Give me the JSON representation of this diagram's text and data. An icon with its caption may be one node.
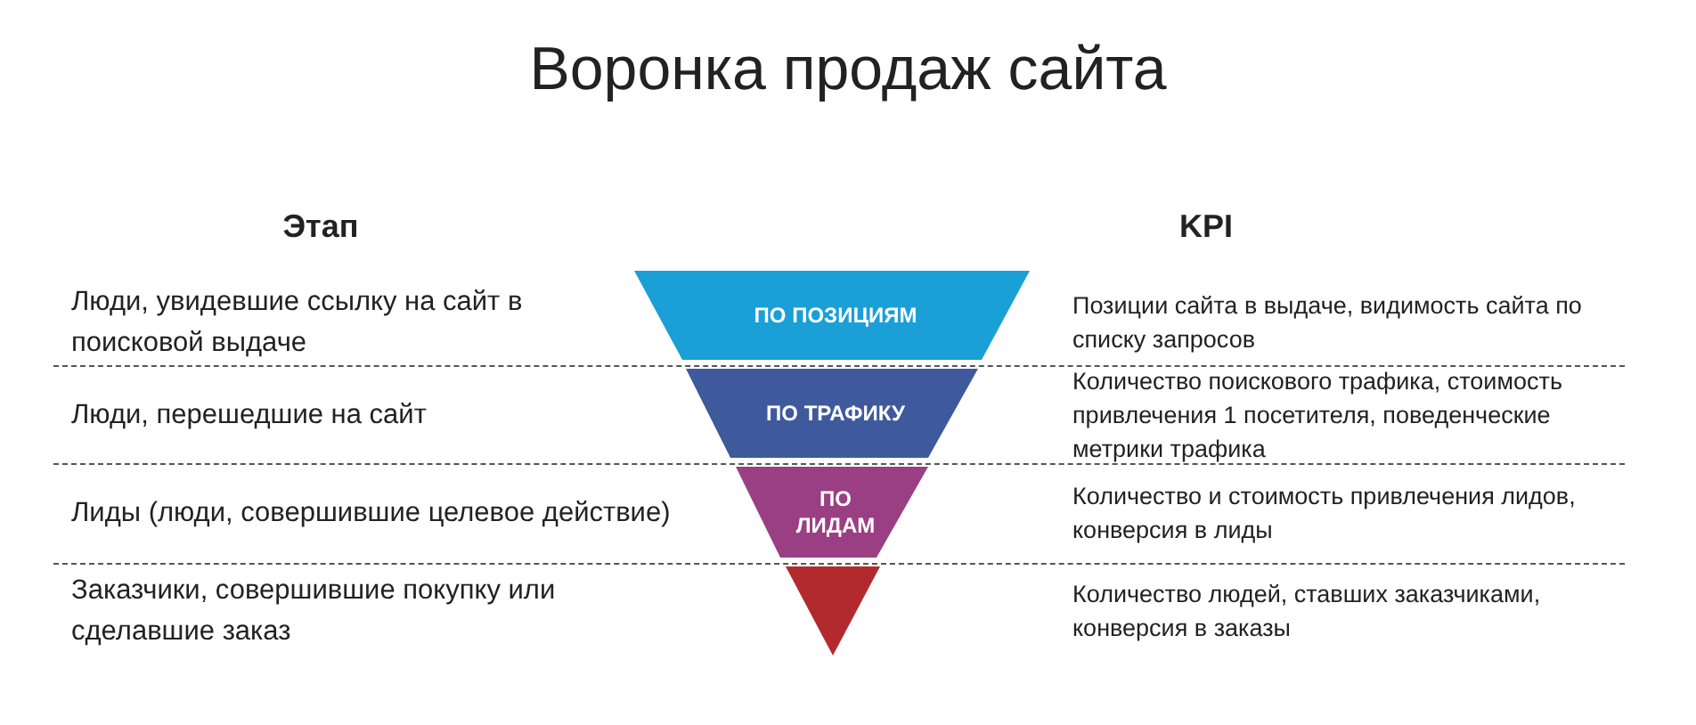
{
  "diagram": {
    "title": "Воронка продаж сайта",
    "nodes": [
      {
        "text": [
          "ПО ПОЗИЦИЯМ"
        ]
      },
      {
        "text": [
          "ПО ТРАФИКУ"
        ]
      },
      {
        "text": [
          "ПО ЛИДАМ"
        ]
      },
      {
        "text": [],
        "shape": "triangle"
      }
    ],
    "edges": [],
    "labels": [
      "Этап",
      "KPI",
      "Люди, увидевшие ссылку на сайт в поисковой выдаче",
      "Позиции сайта в выдаче, видимость сайта по списку запросов",
      "Люди, перешедшие на сайт",
      "Количество поискового трафика, стоимость привлечения 1 посетителя, поведенческие метрики трафика",
      "Лиды (люди, совершившие целевое действие)",
      "Количество и стоимость привлечения лидов, конверсия в лиды",
      "Заказчики, совершившие покупку или сделавшие заказ",
      "Количество людей, ставших заказчиками, конверсия в заказы"
    ]
  }
}
